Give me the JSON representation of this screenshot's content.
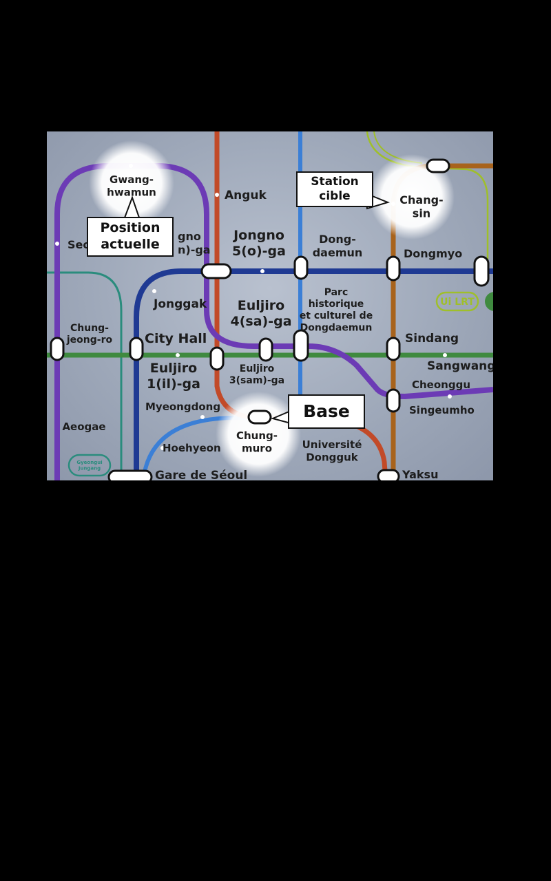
{
  "callouts": {
    "current_position": "Position\nactuelle",
    "target_station": "Station\ncible",
    "base": "Base"
  },
  "stations": {
    "gwanghwamun": "Gwang-\nhwamun",
    "anguk": "Anguk",
    "seo": "Seo",
    "jongno_3ga": "gno\nn)-ga",
    "jongno_5ga": "Jongno\n5(o)-ga",
    "dongdaemun": "Dong-\ndaemun",
    "changsin": "Chang-\nsin",
    "dongmyo": "Dongmyo",
    "jonggak": "Jonggak",
    "euljiro_4ga": "Euljiro\n4(sa)-ga",
    "ddp": "Parc\nhistorique\net culturel de\nDongdaemun",
    "ui_lrt": "Ui LRT",
    "chungjeongro": "Chung-\njeong-ro",
    "city_hall": "City Hall",
    "sindang": "Sindang",
    "sangwang": "Sangwang",
    "euljiro_1ga": "Euljiro\n1(il)-ga",
    "euljiro_3ga": "Euljiro\n3(sam)-ga",
    "cheonggu": "Cheonggu",
    "myeongdong": "Myeongdong",
    "singeumho": "Singeumho",
    "aeogae": "Aeogae",
    "chungmuro": "Chung-\nmuro",
    "dongguk": "Université\nDongguk",
    "hoehyeon": "Hoehyeon",
    "gyeongui": "Gyeongui\nJungang",
    "seoul_station": "Gare de Séoul",
    "yaksu": "Yaksu"
  },
  "colors": {
    "line1": "#1f3a93",
    "line2": "#3f8a3f",
    "line3": "#e2642a",
    "line4": "#3b7fd6",
    "line5": "#6c3bb5",
    "line6": "#a8631c",
    "line_ui": "#9fbf2a",
    "line_teal": "#2a8c7d",
    "line_red": "#c24a28",
    "highlight": "#ffffff"
  }
}
